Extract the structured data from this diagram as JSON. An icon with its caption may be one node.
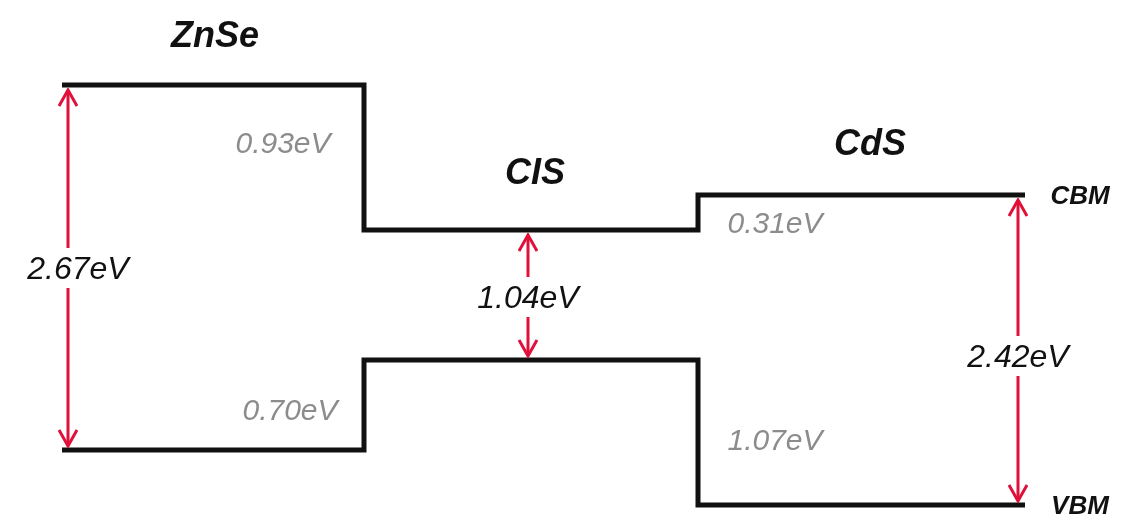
{
  "diagram": {
    "labels": [
      "ZnSe",
      "0.93eV",
      "CdS",
      "CIS",
      "CBM",
      "0.31eV",
      "2.67eV",
      "1.04eV",
      "2.42eV",
      "0.70eV",
      "1.07eV",
      "VBM"
    ]
  }
}
